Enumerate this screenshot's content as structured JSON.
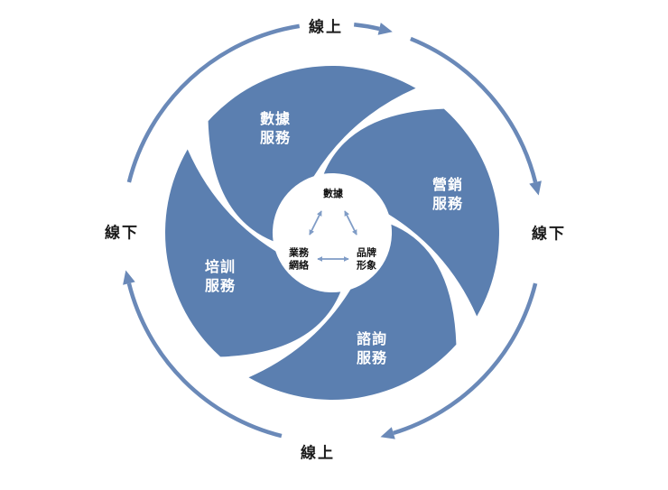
{
  "colors": {
    "blade": "#5b7fb0",
    "arc": "#6a89b8",
    "center_arrow": "#7f9cc6"
  },
  "outer_labels": {
    "top": "線上",
    "right": "線下",
    "bottom": "線上",
    "left": "線下"
  },
  "blades": [
    {
      "lines": [
        "數據",
        "服務"
      ]
    },
    {
      "lines": [
        "營銷",
        "服務"
      ]
    },
    {
      "lines": [
        "諮詢",
        "服務"
      ]
    },
    {
      "lines": [
        "培訓",
        "服務"
      ]
    }
  ],
  "center": {
    "data": "數據",
    "network": {
      "lines": [
        "業務",
        "網絡"
      ]
    },
    "brand": {
      "lines": [
        "品牌",
        "形象"
      ]
    }
  }
}
